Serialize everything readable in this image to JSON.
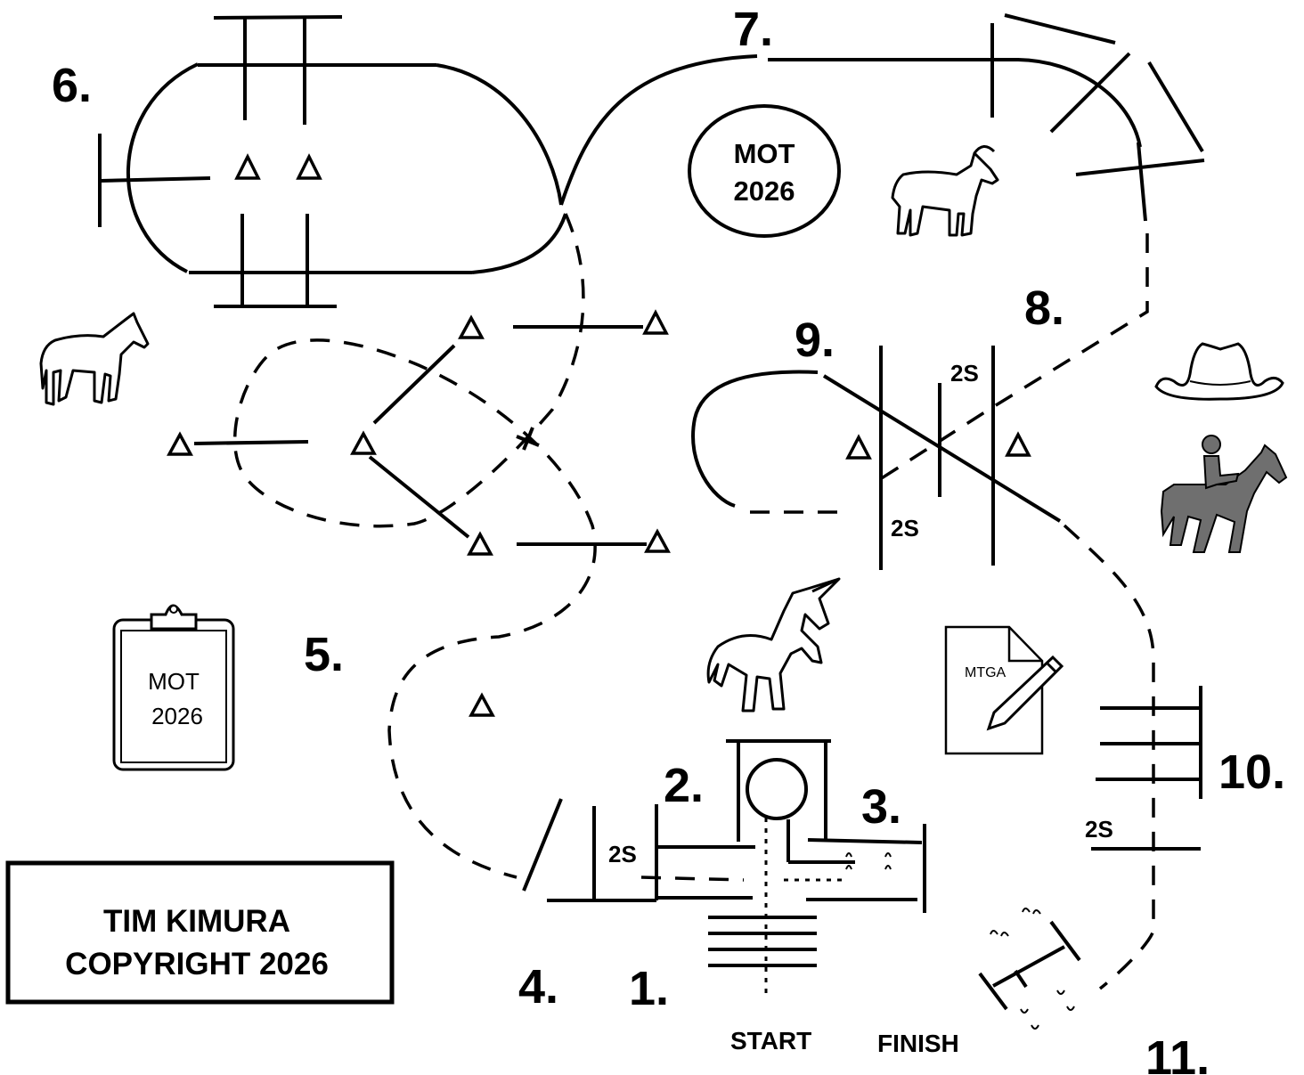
{
  "obstacle_numbers": [
    "1.",
    "2.",
    "3.",
    "4.",
    "5.",
    "6.",
    "7.",
    "8.",
    "9.",
    "10.",
    "11."
  ],
  "start_label": "START",
  "finish_label": "FINISH",
  "two_stride_marker": "2S",
  "center_badge": {
    "line1": "MOT",
    "line2": "2026"
  },
  "clipboard": {
    "line1": "MOT",
    "line2": "2026"
  },
  "document_label": "MTGA",
  "copyright": {
    "line1": "TIM KIMURA",
    "line2": "COPYRIGHT 2026"
  },
  "icons": [
    "horse-icon",
    "goat-icon",
    "unicorn-icon",
    "cowboy-hat-icon",
    "rider-icon",
    "clipboard-icon",
    "document-pen-icon"
  ],
  "colors": {
    "ink": "#000000",
    "rider_fill": "#6f6f6f",
    "background": "#ffffff"
  }
}
